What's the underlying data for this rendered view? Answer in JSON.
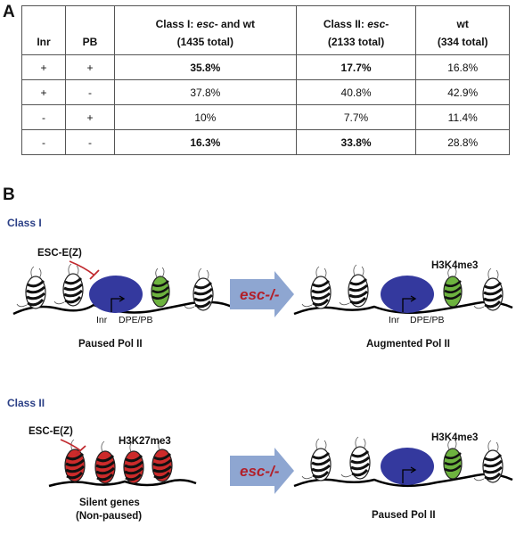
{
  "panel_a": {
    "letter": "A",
    "headers": {
      "inr": "Inr",
      "pb": "PB",
      "class1_line1_pre": "Class I: ",
      "class1_line1_em": "esc",
      "class1_line1_post": "- and wt",
      "class1_line2": "(1435 total)",
      "class2_line1_pre": "Class II: ",
      "class2_line1_em": "esc",
      "class2_line1_post": "-",
      "class2_line2": "(2133 total)",
      "wt_line1": "wt",
      "wt_line2": "(334 total)"
    },
    "rows": [
      {
        "inr": "+",
        "pb": "+",
        "c1": "35.8%",
        "c2": "17.7%",
        "wt": "16.8%",
        "bold": true
      },
      {
        "inr": "+",
        "pb": "-",
        "c1": "37.8%",
        "c2": "40.8%",
        "wt": "42.9%",
        "bold": false
      },
      {
        "inr": "-",
        "pb": "+",
        "c1": "10%",
        "c2": "7.7%",
        "wt": "11.4%",
        "bold": false
      },
      {
        "inr": "-",
        "pb": "-",
        "c1": "16.3%",
        "c2": "33.8%",
        "wt": "28.8%",
        "bold": true
      }
    ]
  },
  "panel_b": {
    "letter": "B",
    "class1": {
      "label": "Class I",
      "esc_label": "ESC-E(Z)",
      "inr_label": "Inr",
      "dpe_label": "DPE/PB",
      "left_caption": "Paused Pol II",
      "arrow_text": "esc-/-",
      "mark_right": "H3K4me3",
      "right_inr": "Inr",
      "right_dpe": "DPE/PB",
      "right_caption": "Augmented Pol II"
    },
    "class2": {
      "label": "Class II",
      "esc_label": "ESC-E(Z)",
      "mark_left": "H3K27me3",
      "left_caption_1": "Silent genes",
      "left_caption_2": "(Non-paused)",
      "arrow_text": "esc-/-",
      "mark_right": "H3K4me3",
      "right_caption": "Paused Pol II"
    }
  },
  "colors": {
    "pol2": "#34399e",
    "green_nuc": "#6db33f",
    "red_nuc": "#cc2b2b",
    "arrow_fill": "#8ea6d1",
    "arrow_text": "#b2202a",
    "class_label": "#2b3f86"
  }
}
